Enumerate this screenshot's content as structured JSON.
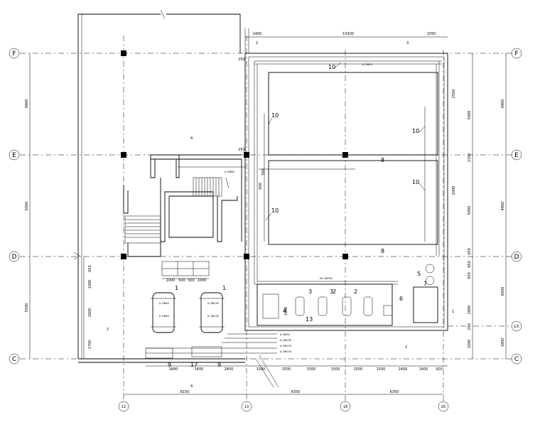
{
  "axes": {
    "rows": [
      "F",
      "E",
      "D",
      "C",
      "1/C"
    ],
    "columns": [
      "12",
      "13",
      "18",
      "20"
    ]
  },
  "dimensions": {
    "top": [
      "1400",
      "10300",
      "1550"
    ],
    "left": [
      "4800",
      "6000",
      "5500"
    ],
    "right_outer": [
      "4800",
      "4800",
      "6000",
      "1800"
    ],
    "right_inner": [
      "2550",
      "5000",
      "1100",
      "2000",
      "5000",
      "650",
      "650",
      "650",
      "2800",
      "250",
      "1000"
    ],
    "bottom_1": [
      "1800",
      "1600",
      "2450",
      "1500",
      "1500",
      "1500",
      "1500",
      "1500",
      "1500",
      "1400",
      "1400",
      "500"
    ],
    "bottom_2": [
      "8150",
      "6350",
      "6350"
    ],
    "left_local": [
      "650",
      "1000",
      "2600",
      "1700"
    ],
    "stair_top": [
      "1000",
      "500",
      "500",
      "1000"
    ],
    "mid": [
      "250",
      "500",
      "600",
      "250",
      "1000"
    ]
  },
  "equipment_labels": [
    "1",
    "1",
    "2",
    "2",
    "3",
    "3",
    "4",
    "5",
    "6",
    "7",
    "8",
    "8",
    "9",
    "9",
    "10",
    "10",
    "10",
    "10",
    "10",
    "13",
    "17"
  ],
  "section_marks": [
    "2",
    "3",
    "4",
    "4",
    "2",
    "2",
    "1"
  ],
  "pipe_notes": [
    "JL DN50",
    "ML DN300",
    "JL DN65",
    "JL DN150",
    "JL DN65",
    "JL DN100",
    "JL DN50",
    "JL DN200",
    "JL DN150",
    "JL DN100",
    "JL DN80"
  ],
  "colors": {
    "line": "#000000",
    "background": "#ffffff"
  }
}
